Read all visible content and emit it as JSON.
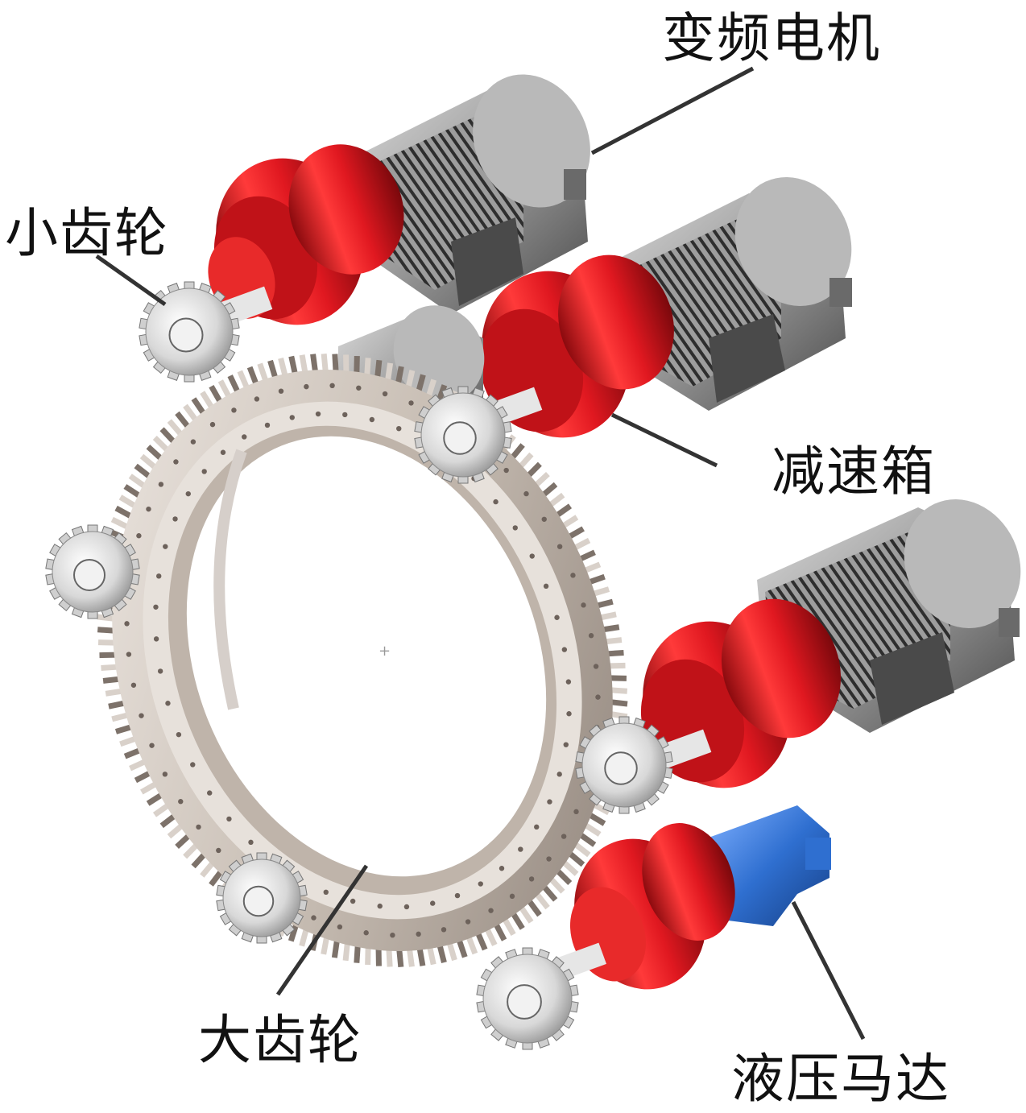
{
  "labels": {
    "motor": "变频电机",
    "pinion": "小齿轮",
    "gearbox": "减速箱",
    "ring_gear": "大齿轮",
    "hydraulic_motor": "液压马达"
  },
  "colors": {
    "gearbox_red": "#e01820",
    "gearbox_dark": "#9a0c10",
    "motor_gray": "#8a8a8a",
    "motor_dark": "#3a3a3a",
    "hydraulic_blue": "#2f6fd0",
    "ring_beige": "#cfc6bd",
    "leader_line": "#333333"
  }
}
